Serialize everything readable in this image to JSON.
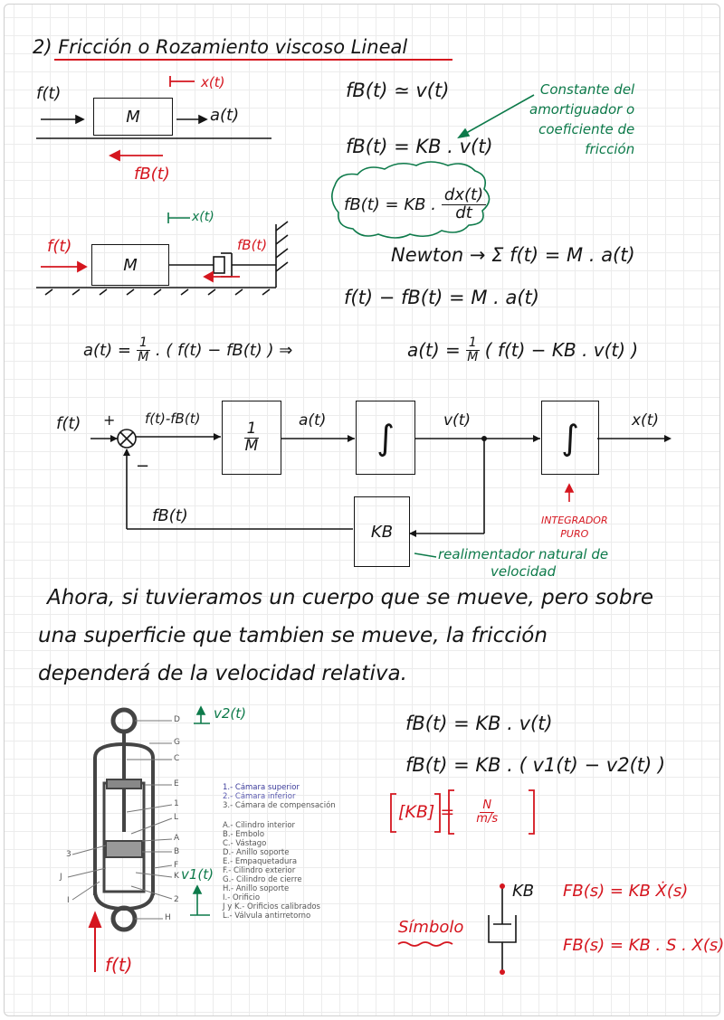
{
  "title": "2) Fricción o Rozamiento viscoso Lineal",
  "diagram1": {
    "force": "f(t)",
    "mass": "M",
    "position": "x(t)",
    "acceleration": "a(t)",
    "friction": "fB(t)"
  },
  "equations_top": {
    "prop": "fB(t) ≃ v(t)",
    "linear": "fB(t) = KB . v(t)",
    "deriv_lhs": "fB(t) = KB .",
    "deriv_num": "dx(t)",
    "deriv_den": "dt",
    "note": [
      "Constante del",
      "amortiguador o",
      "coeficiente de",
      "fricción"
    ]
  },
  "diagram2": {
    "force": "f(t)",
    "mass": "M",
    "position": "x(t)",
    "friction": "fB(t)"
  },
  "newton": {
    "line1": "Newton →  Σ f(t) = M . a(t)",
    "line2": "f(t) − fB(t) = M . a(t)"
  },
  "accel": {
    "lhs1": "a(t) =",
    "num": "1",
    "den": "M",
    "rhs1": ". ( f(t) − fB(t) )  ⇒",
    "lhs2": "a(t)  =",
    "rhs2": "( f(t) − KB . v(t) )"
  },
  "block_diagram": {
    "input": "f(t)",
    "plus": "+",
    "minus": "−",
    "error": "f(t)-fB(t)",
    "gain_num": "1",
    "gain_den": "M",
    "accel": "a(t)",
    "integral": "∫",
    "velocity": "v(t)",
    "output": "x(t)",
    "feedback": "fB(t)",
    "feedback_gain": "KB",
    "integrator_note": [
      "INTEGRADOR",
      "PURO"
    ],
    "feedback_note": [
      "realimentador natural de",
      "velocidad"
    ]
  },
  "paragraph": [
    "Ahora, si tuvieramos un cuerpo que se mueve, pero sobre",
    "una superficie que tambien se mueve, la fricción",
    "dependerá de la velocidad relativa."
  ],
  "shock_absorber": {
    "v2": "v2(t)",
    "v1": "v1(t)",
    "force": "f(t)",
    "letters": [
      "D",
      "G",
      "C",
      "E",
      "1",
      "L",
      "A",
      "B",
      "F",
      "K",
      "2",
      "H",
      "3",
      "J",
      "I"
    ],
    "legend_chambers": [
      "1.- Cámara superior",
      "2.- Cámara inferior",
      "3.- Cámara de compensación"
    ],
    "legend_parts": [
      "A.- Cilindro interior",
      "B.- Embolo",
      "C.- Vástago",
      "D.- Anillo soporte",
      "E.- Empaquetadura",
      "F.- Cilindro exterior",
      "G.- Cilindro de cierre",
      "H.- Anillo soporte",
      "I.- Orificio",
      "J y K.- Orificios calibrados",
      "L.- Válvula antirretorno"
    ]
  },
  "equations_bottom": {
    "eq1": "fB(t) = KB . v(t)",
    "eq2": "fB(t) = KB . ( v1(t) − v2(t) )",
    "units_lhs": "[KB] =",
    "units_num": "N",
    "units_den": "m/s",
    "symbol_label": "Símbolo",
    "symbol_kb": "KB",
    "laplace1": "FB(s) = KB Ẋ(s)",
    "laplace2": "FB(s) = KB . S . X(s)"
  },
  "colors": {
    "ink": "#151515",
    "red": "#d5161f",
    "green": "#0d7a4a"
  }
}
